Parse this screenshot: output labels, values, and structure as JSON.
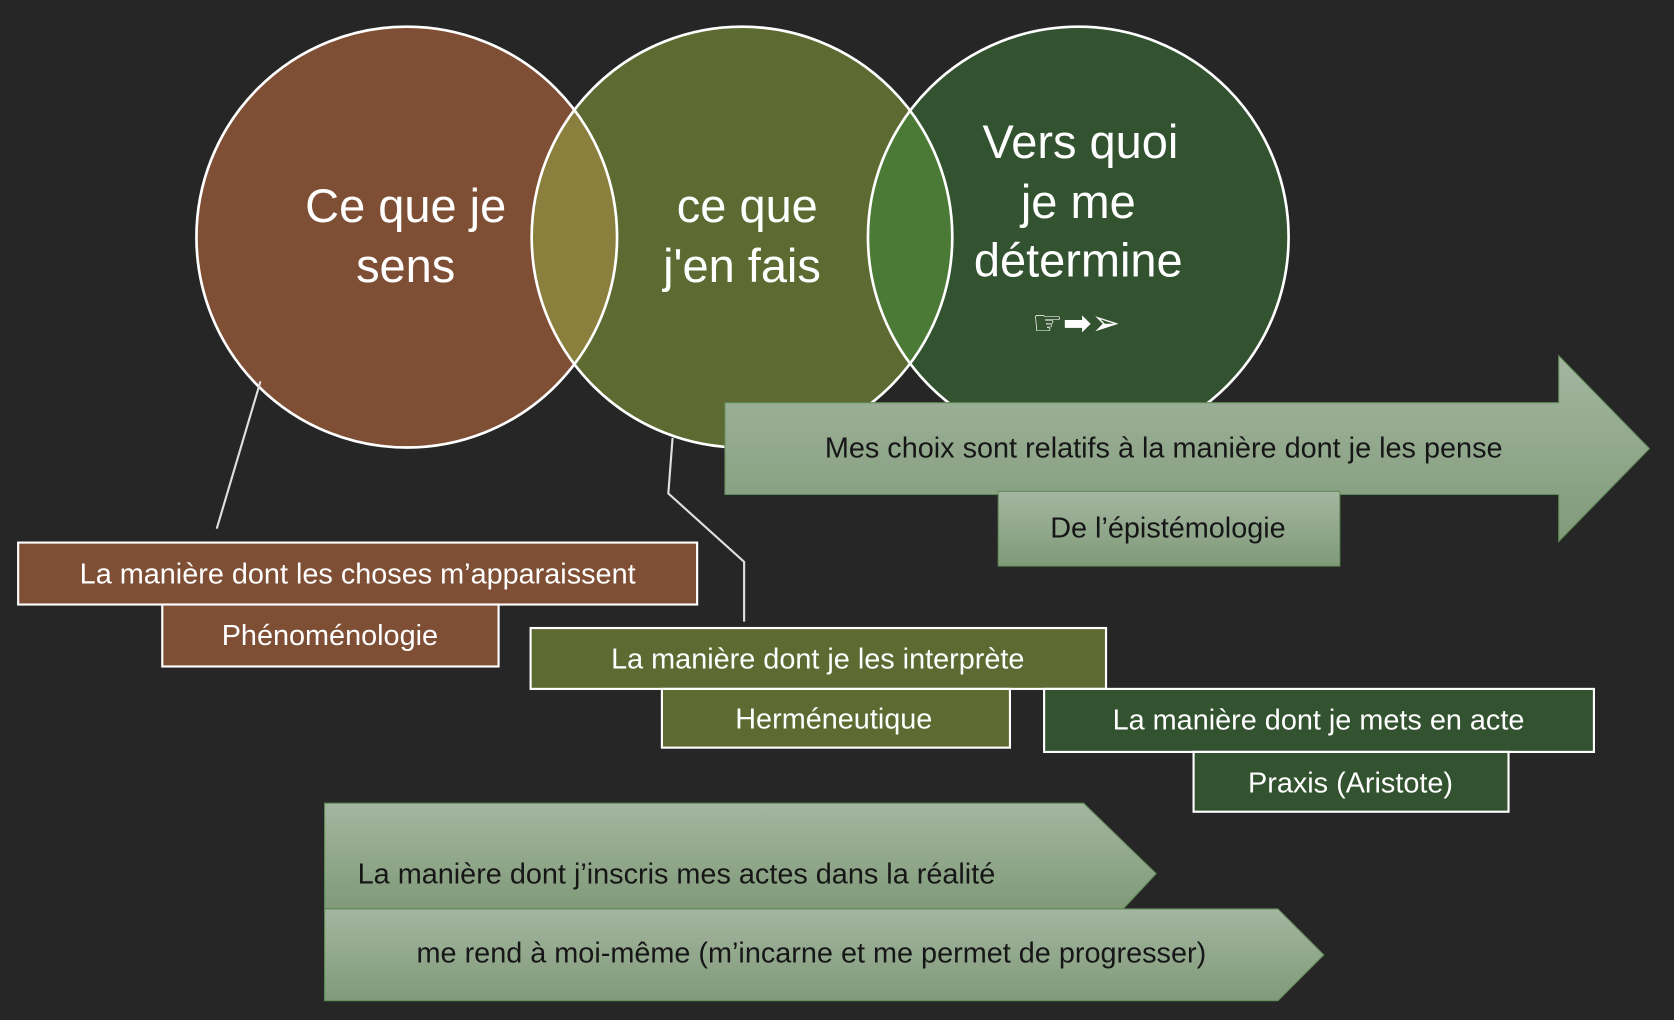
{
  "circles": {
    "sense": {
      "line1": "Ce que je",
      "line2": "sens",
      "color": "#7f4f35"
    },
    "do": {
      "line1": "ce que",
      "line2": "j'en fais",
      "color": "#5d6b33"
    },
    "determine": {
      "line1": "Vers quoi",
      "line2": "je me",
      "line3": "détermine",
      "icons": "☞➡➢",
      "color": "#325230"
    }
  },
  "arrow_top": {
    "text": "Mes choix sont relatifs à la manière dont je les pense",
    "sub": "De l’épistémologie"
  },
  "boxes": {
    "phenomenology": {
      "text": "La manière dont les choses m’apparaissent",
      "sub": "Phénoménologie"
    },
    "hermeneutics": {
      "text": "La manière dont je les interprète",
      "sub": "Herméneutique"
    },
    "praxis": {
      "text": "La manière dont je mets en acte",
      "sub": "Praxis (Aristote)"
    }
  },
  "arrows_bottom": {
    "first": "La manière dont j’inscris mes actes dans la réalité",
    "second": "me rend à moi-même (m’incarne et me permet de progresser)"
  }
}
